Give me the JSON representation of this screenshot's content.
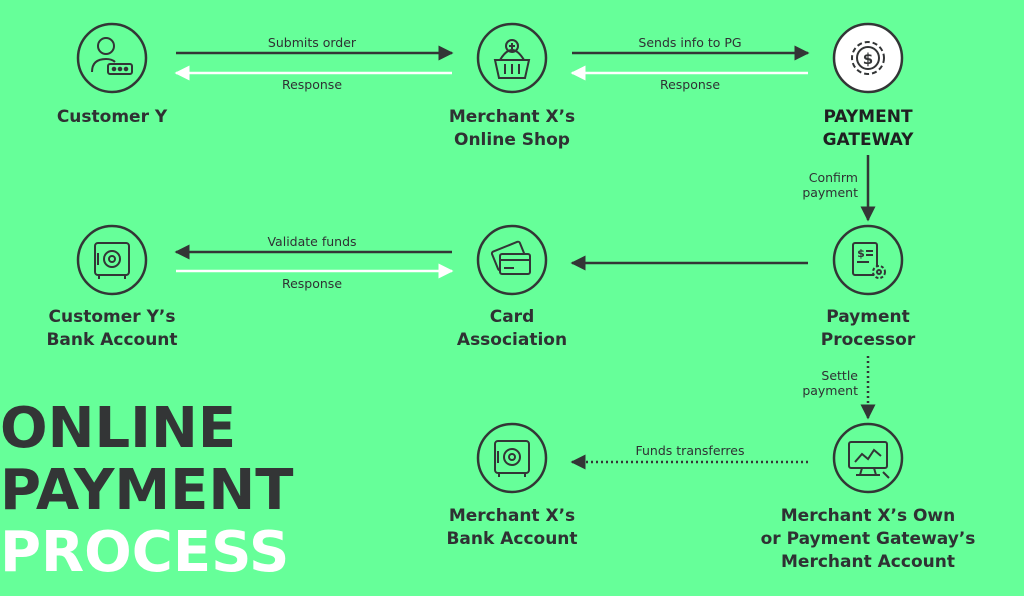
{
  "colors": {
    "background": "#66FF99",
    "dark": "#333536",
    "light": "#FFFFFF"
  },
  "nodes": {
    "customer": {
      "line1": "Customer Y",
      "icon": "user-password-icon"
    },
    "shop": {
      "line1": "Merchant X’s",
      "line2": "Online Shop",
      "icon": "shopping-basket-icon"
    },
    "gateway": {
      "line1": "PAYMENT",
      "line2": "GATEWAY",
      "icon": "dollar-gear-icon"
    },
    "customer_bank": {
      "line1": "Customer Y’s",
      "line2": "Bank Account",
      "icon": "safe-icon"
    },
    "card_association": {
      "line1": "Card",
      "line2": "Association",
      "icon": "credit-card-icon"
    },
    "processor": {
      "line1": "Payment",
      "line2": "Processor",
      "icon": "invoice-gear-icon"
    },
    "merchant_bank": {
      "line1": "Merchant X’s",
      "line2": "Bank Account",
      "icon": "safe-icon"
    },
    "merchant_account": {
      "line1": "Merchant X’s Own",
      "line2": "or Payment Gateway’s",
      "line3": "Merchant Account",
      "icon": "monitor-chart-icon"
    }
  },
  "edges": {
    "submits_order": "Submits order",
    "response_1": "Response",
    "sends_info": "Sends info to PG",
    "response_2": "Response",
    "confirm_1": "Confirm",
    "confirm_2": "payment",
    "validate_funds": "Validate funds",
    "response_3": "Response",
    "settle_1": "Settle",
    "settle_2": "payment",
    "funds_transferres": "Funds transferres"
  },
  "title": {
    "line1": "ONLINE",
    "line2": "PAYMENT",
    "line3": "PROCESS"
  }
}
